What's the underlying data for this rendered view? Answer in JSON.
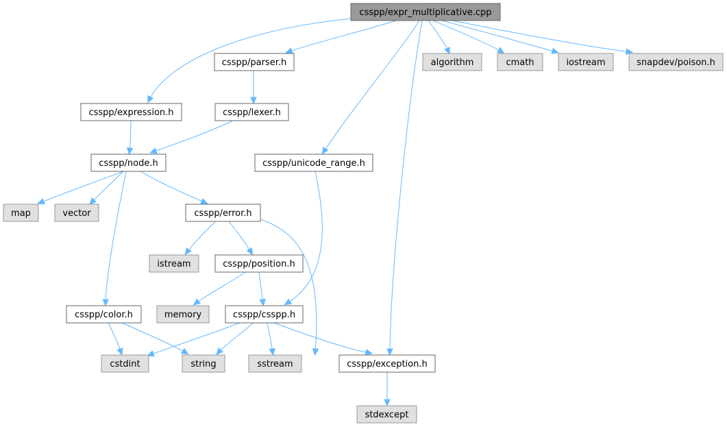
{
  "colors": {
    "root_fill": "#999999",
    "local_fill": "#ffffff",
    "system_fill": "#e0e0e0",
    "system_stroke": "#999999",
    "border": "#666666",
    "edge": "#63b8ff",
    "text": "#000000"
  },
  "nodes": [
    {
      "id": "root",
      "label": "csspp/expr_multiplicative.cpp",
      "kind": "root"
    },
    {
      "id": "parser",
      "label": "csspp/parser.h",
      "kind": "local"
    },
    {
      "id": "expression",
      "label": "csspp/expression.h",
      "kind": "local"
    },
    {
      "id": "lexer",
      "label": "csspp/lexer.h",
      "kind": "local"
    },
    {
      "id": "node",
      "label": "csspp/node.h",
      "kind": "local"
    },
    {
      "id": "unicode_range",
      "label": "csspp/unicode_range.h",
      "kind": "local"
    },
    {
      "id": "algorithm",
      "label": "algorithm",
      "kind": "system"
    },
    {
      "id": "cmath",
      "label": "cmath",
      "kind": "system"
    },
    {
      "id": "iostream",
      "label": "iostream",
      "kind": "system"
    },
    {
      "id": "poison",
      "label": "snapdev/poison.h",
      "kind": "system"
    },
    {
      "id": "map",
      "label": "map",
      "kind": "system"
    },
    {
      "id": "vector",
      "label": "vector",
      "kind": "system"
    },
    {
      "id": "error",
      "label": "csspp/error.h",
      "kind": "local"
    },
    {
      "id": "istream",
      "label": "istream",
      "kind": "system"
    },
    {
      "id": "position",
      "label": "csspp/position.h",
      "kind": "local"
    },
    {
      "id": "color",
      "label": "csspp/color.h",
      "kind": "local"
    },
    {
      "id": "memory",
      "label": "memory",
      "kind": "system"
    },
    {
      "id": "csspp_h",
      "label": "csspp/csspp.h",
      "kind": "local"
    },
    {
      "id": "cstdint",
      "label": "cstdint",
      "kind": "system"
    },
    {
      "id": "string",
      "label": "string",
      "kind": "system"
    },
    {
      "id": "sstream",
      "label": "sstream",
      "kind": "system"
    },
    {
      "id": "exception",
      "label": "csspp/exception.h",
      "kind": "local"
    },
    {
      "id": "stdexcept",
      "label": "stdexcept",
      "kind": "system"
    }
  ],
  "edges": [
    {
      "from": "root",
      "to": "expression"
    },
    {
      "from": "root",
      "to": "parser"
    },
    {
      "from": "root",
      "to": "unicode_range"
    },
    {
      "from": "root",
      "to": "exception"
    },
    {
      "from": "root",
      "to": "algorithm"
    },
    {
      "from": "root",
      "to": "cmath"
    },
    {
      "from": "root",
      "to": "iostream"
    },
    {
      "from": "root",
      "to": "poison"
    },
    {
      "from": "parser",
      "to": "lexer"
    },
    {
      "from": "expression",
      "to": "node"
    },
    {
      "from": "lexer",
      "to": "node"
    },
    {
      "from": "node",
      "to": "map"
    },
    {
      "from": "node",
      "to": "vector"
    },
    {
      "from": "node",
      "to": "error"
    },
    {
      "from": "node",
      "to": "color"
    },
    {
      "from": "unicode_range",
      "to": "csspp_h"
    },
    {
      "from": "error",
      "to": "istream"
    },
    {
      "from": "error",
      "to": "position"
    },
    {
      "from": "error",
      "to": "sstream"
    },
    {
      "from": "position",
      "to": "memory"
    },
    {
      "from": "position",
      "to": "csspp_h"
    },
    {
      "from": "color",
      "to": "cstdint"
    },
    {
      "from": "color",
      "to": "string"
    },
    {
      "from": "csspp_h",
      "to": "cstdint"
    },
    {
      "from": "csspp_h",
      "to": "string"
    },
    {
      "from": "csspp_h",
      "to": "sstream"
    },
    {
      "from": "csspp_h",
      "to": "exception"
    },
    {
      "from": "exception",
      "to": "stdexcept"
    }
  ]
}
